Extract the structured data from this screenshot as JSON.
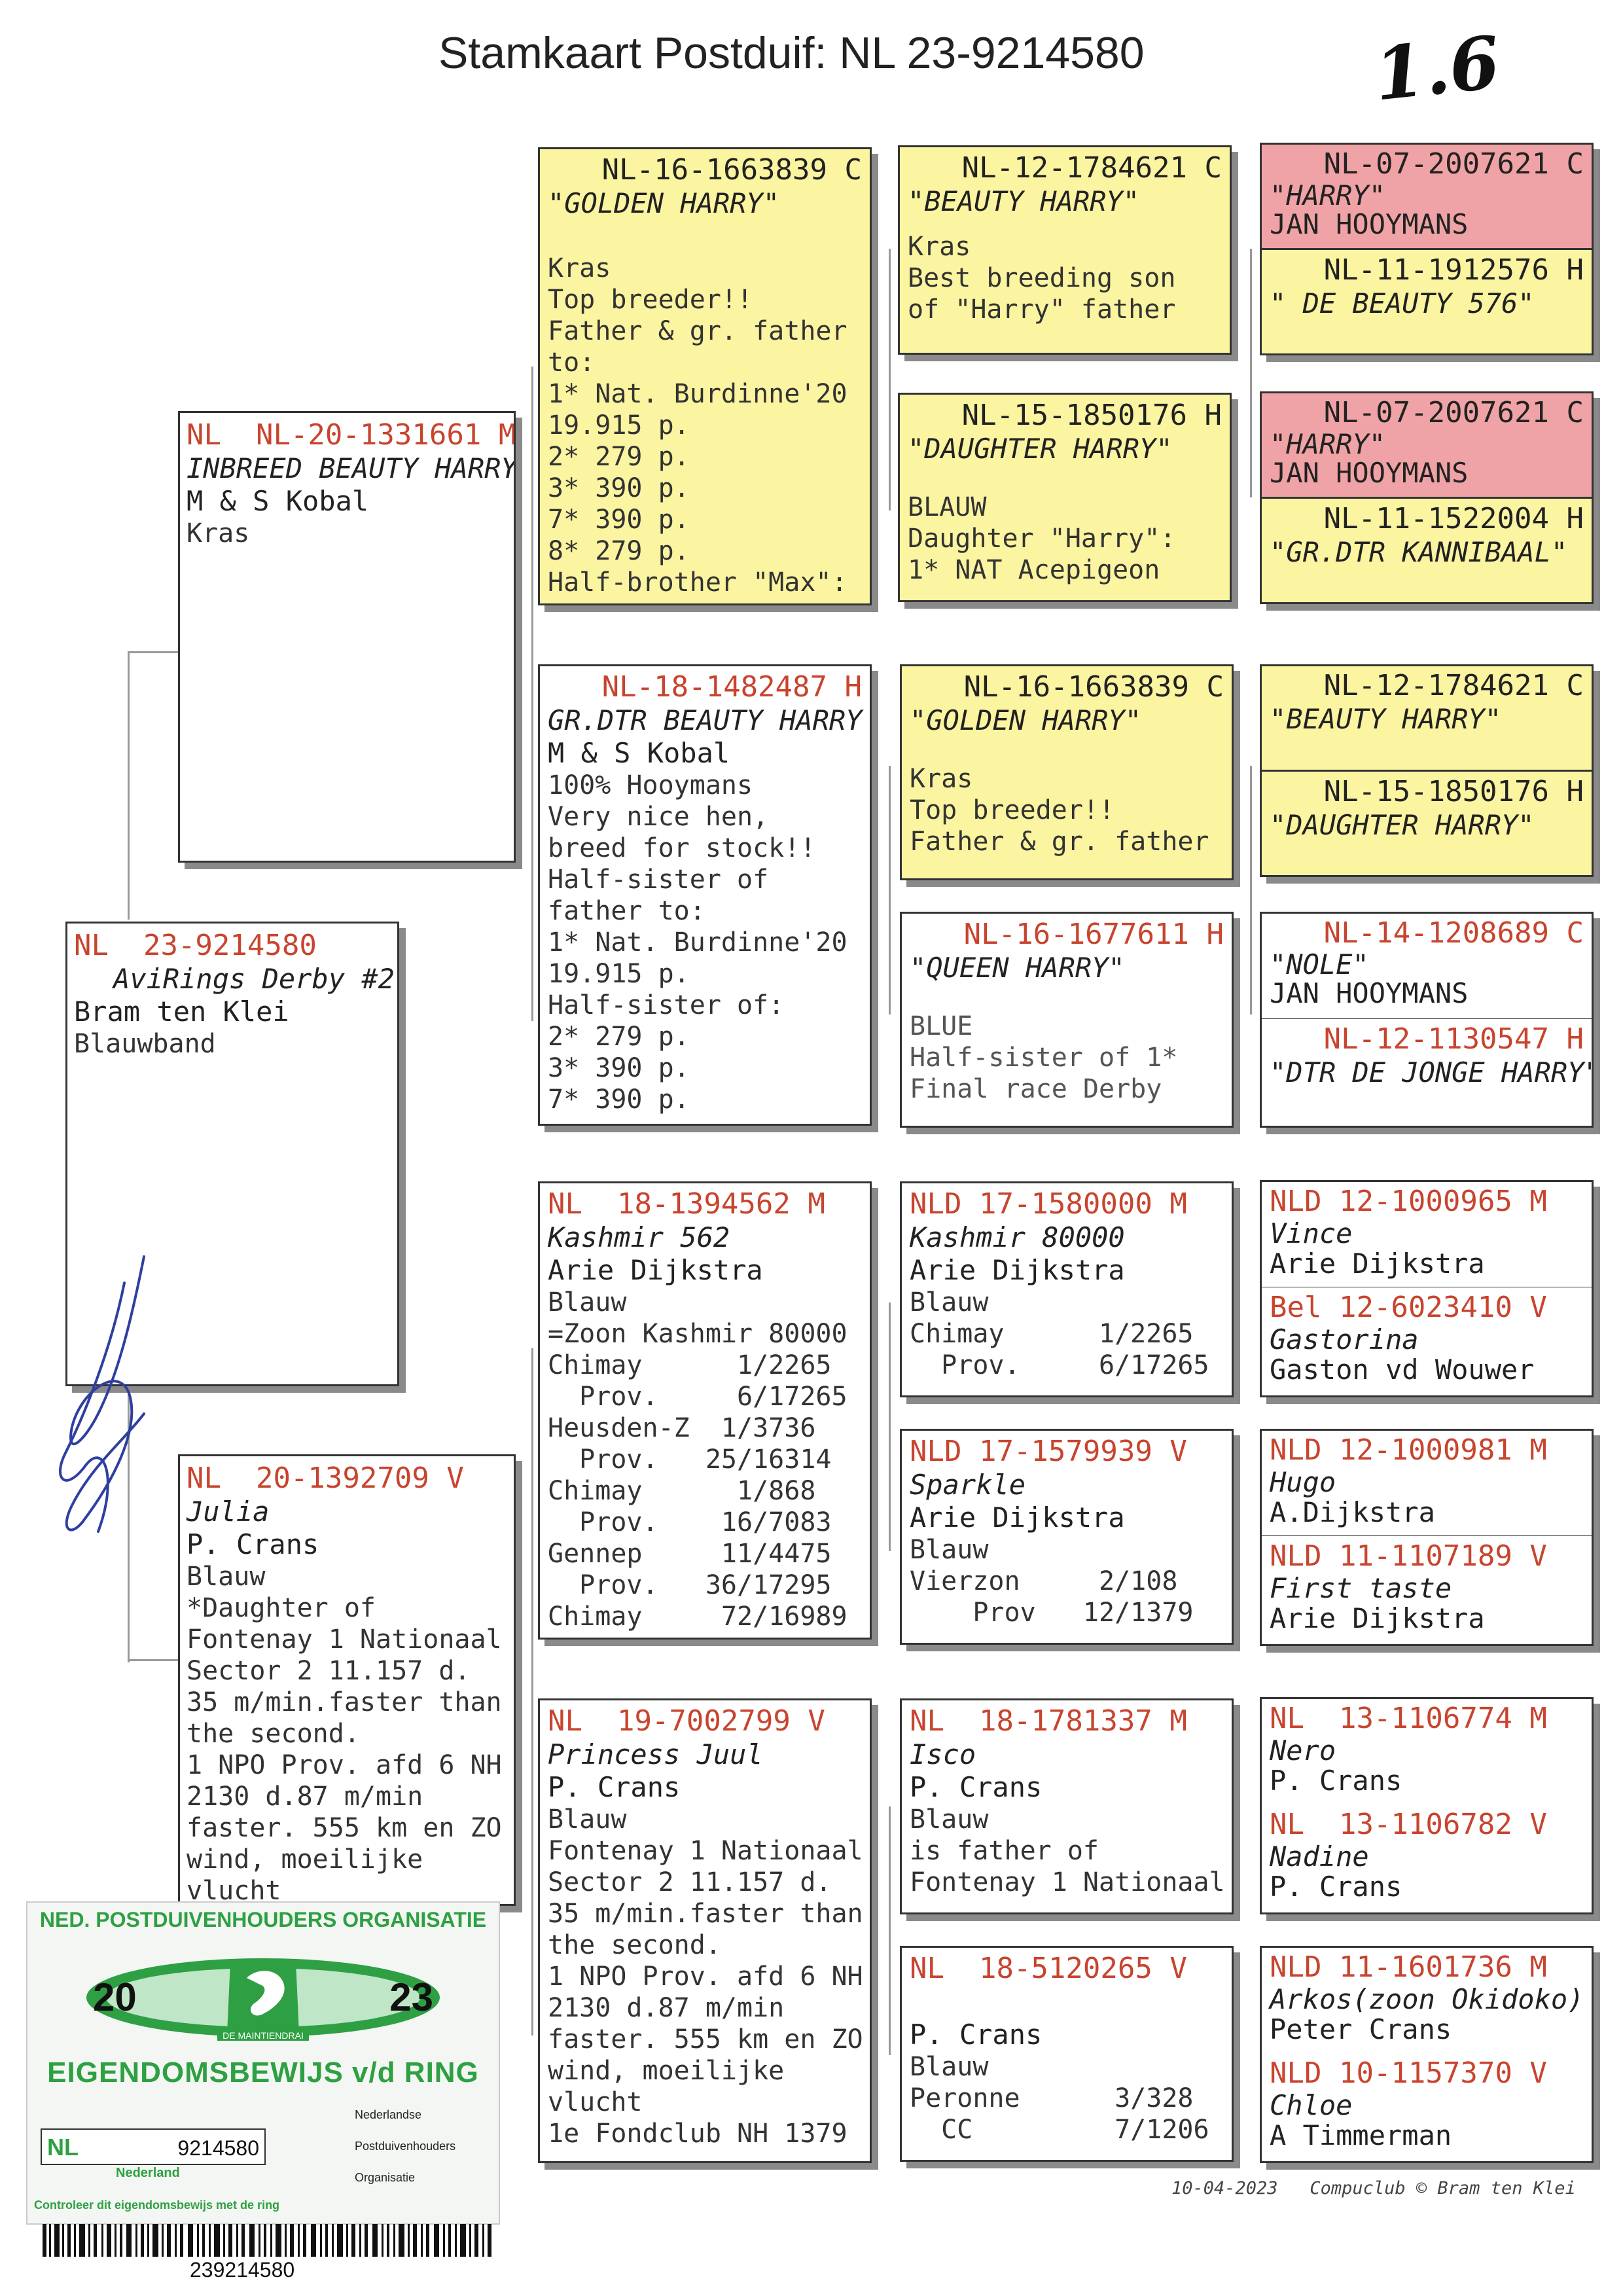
{
  "header": {
    "title": "Stamkaart Postduif: NL  23-9214580",
    "handwritten_note": "1.6"
  },
  "pigeons": {
    "subject": {
      "ring": "NL  23-9214580",
      "name": "AviRings Derby #2",
      "owner": "Bram ten Klei",
      "lines": [
        "Blauwband"
      ]
    },
    "sire": {
      "ring": "NL  NL-20-1331661 M",
      "name": "INBREED BEAUTY HARRY",
      "owner": "M & S Kobal",
      "lines": [
        "Kras"
      ]
    },
    "dam": {
      "ring": "NL  20-1392709 V",
      "name": "Julia",
      "owner": "P. Crans",
      "lines": [
        "Blauw",
        "*Daughter of",
        "Fontenay 1 Nationaal",
        "Sector 2 11.157 d.",
        "35 m/min.faster than",
        "the second.",
        "1 NPO Prov. afd 6 NH",
        "2130 d.87 m/min",
        "faster. 555 km en ZO",
        "wind, moeilijke",
        "vlucht"
      ]
    },
    "ss": {
      "ring": "NL-16-1663839 C",
      "name": "\"GOLDEN HARRY\"",
      "lines": [
        "Kras",
        "Top breeder!!",
        "Father & gr. father",
        "to:",
        "1* Nat. Burdinne'20",
        "19.915 p.",
        "2* 279 p.",
        "3* 390 p.",
        "7* 390 p.",
        "8* 279 p.",
        "Half-brother \"Max\":"
      ]
    },
    "sd": {
      "ring": "NL-18-1482487 H",
      "name": "GR.DTR BEAUTY HARRY",
      "owner": "M & S Kobal",
      "lines": [
        "100% Hooymans",
        "Very nice hen,",
        "breed for stock!!",
        "Half-sister of",
        "father to:",
        "1* Nat. Burdinne'20",
        "19.915 p.",
        "Half-sister of:",
        "2* 279 p.",
        "3* 390 p.",
        "7* 390 p."
      ]
    },
    "ds": {
      "ring": "NL  18-1394562 M",
      "name": "Kashmir 562",
      "owner": "Arie Dijkstra",
      "lines": [
        "Blauw",
        "=Zoon Kashmir 80000",
        "Chimay      1/2265",
        "  Prov.     6/17265",
        "Heusden-Z  1/3736",
        "  Prov.   25/16314",
        "Chimay      1/868",
        "  Prov.    16/7083",
        "Gennep     11/4475",
        "  Prov.   36/17295",
        "Chimay     72/16989"
      ]
    },
    "dd": {
      "ring": "NL  19-7002799 V",
      "name": "Princess Juul",
      "owner": "P. Crans",
      "lines": [
        "Blauw",
        "Fontenay 1 Nationaal",
        "Sector 2 11.157 d.",
        "35 m/min.faster than",
        "the second.",
        "1 NPO Prov. afd 6 NH",
        "2130 d.87 m/min",
        "faster. 555 km en ZO",
        "wind, moeilijke",
        "vlucht",
        "1e Fondclub NH 1379"
      ]
    },
    "sss": {
      "ring": "NL-12-1784621 C",
      "name": "\"BEAUTY HARRY\"",
      "lines": [
        "Kras",
        "Best breeding son",
        "of \"Harry\" father"
      ]
    },
    "ssd": {
      "ring": "NL-15-1850176 H",
      "name": "\"DAUGHTER HARRY\"",
      "lines": [
        "BLAUW",
        "Daughter \"Harry\":",
        "1* NAT Acepigeon"
      ]
    },
    "sds": {
      "ring": "NL-16-1663839 C",
      "name": "\"GOLDEN HARRY\"",
      "lines": [
        "Kras",
        "Top breeder!!",
        "Father & gr. father"
      ]
    },
    "sdd": {
      "ring": "NL-16-1677611 H",
      "name": "\"QUEEN HARRY\"",
      "lines": [
        "BLUE",
        "Half-sister of 1*",
        "Final race Derby"
      ]
    },
    "dss": {
      "ring": "NLD 17-1580000 M",
      "name": "Kashmir 80000",
      "owner": "Arie Dijkstra",
      "lines": [
        "Blauw",
        "Chimay      1/2265",
        "  Prov.     6/17265"
      ]
    },
    "dsd": {
      "ring": "NLD 17-1579939 V",
      "name": "Sparkle",
      "owner": "Arie Dijkstra",
      "lines": [
        "Blauw",
        "Vierzon     2/108",
        "    Prov   12/1379"
      ]
    },
    "dds": {
      "ring": "NL  18-1781337 M",
      "name": "Isco",
      "owner": "P. Crans",
      "lines": [
        "Blauw",
        "is father of",
        "Fontenay 1 Nationaal"
      ]
    },
    "ddd": {
      "ring": "NL  18-5120265 V",
      "name": "",
      "owner": "P. Crans",
      "lines": [
        "Blauw",
        "Peronne      3/328",
        "  CC         7/1206"
      ]
    }
  },
  "gen4": {
    "r1": {
      "top": {
        "ring": "NL-07-2007621 C",
        "name": "\"HARRY\"",
        "owner": "JAN HOOYMANS"
      },
      "bottom": {
        "ring": "NL-11-1912576 H",
        "name": "\" DE BEAUTY 576\""
      }
    },
    "r2": {
      "top": {
        "ring": "NL-07-2007621 C",
        "name": "\"HARRY\"",
        "owner": "JAN HOOYMANS"
      },
      "bottom": {
        "ring": "NL-11-1522004 H",
        "name": "\"GR.DTR KANNIBAAL\""
      }
    },
    "r3": {
      "top": {
        "ring": "NL-12-1784621 C",
        "name": "\"BEAUTY HARRY\""
      },
      "bottom": {
        "ring": "NL-15-1850176 H",
        "name": "\"DAUGHTER HARRY\""
      }
    },
    "r4": {
      "top": {
        "ring": "NL-14-1208689 C",
        "name": "\"NOLE\"",
        "owner": "JAN HOOYMANS"
      },
      "bottom": {
        "ring": "NL-12-1130547 H",
        "name": "\"DTR DE JONGE HARRY\""
      }
    },
    "r5": {
      "top": {
        "ring": "NLD 12-1000965 M",
        "name": "Vince",
        "owner": "Arie Dijkstra"
      },
      "bottom": {
        "ring": "Bel 12-6023410 V",
        "name": "Gastorina",
        "owner": "Gaston vd Wouwer"
      }
    },
    "r6": {
      "top": {
        "ring": "NLD 12-1000981 M",
        "name": "Hugo",
        "owner": "A.Dijkstra"
      },
      "bottom": {
        "ring": "NLD 11-1107189 V",
        "name": "First taste",
        "owner": "Arie Dijkstra"
      }
    },
    "r7": {
      "top": {
        "ring": "NL  13-1106774 M",
        "name": "Nero",
        "owner": "P. Crans"
      },
      "bottom": {
        "ring": "NL  13-1106782 V",
        "name": "Nadine",
        "owner": "P. Crans"
      }
    },
    "r8": {
      "top": {
        "ring": "NLD 11-1601736 M",
        "name": "Arkos(zoon Okidoko)",
        "owner": "Peter Crans"
      },
      "bottom": {
        "ring": "NLD 10-1157370 V",
        "name": "Chloe",
        "owner": "A Timmerman"
      }
    }
  },
  "certificate": {
    "org": "NED. POSTDUIVENHOUDERS ORGANISATIE",
    "year_left": "20",
    "year_right": "23",
    "banner": "DE MAINTIENDRAI",
    "title": "EIGENDOMSBEWIJS v/d RING",
    "country_code": "NL",
    "ring_number": "9214580",
    "country": "Nederland",
    "npo_lines": [
      "Nederlandse",
      "Postduivenhouders",
      "Organisatie"
    ],
    "check_text": "Controleer dit eigendomsbewijs met de ring",
    "barcode_number": "239214580"
  },
  "footer": {
    "date": "10-04-2023",
    "credit": "Compuclub © Bram ten Klei"
  },
  "colors": {
    "ring_red": "#c8442e",
    "card_yellow": "#fbf4a0",
    "card_pink": "#f0a3a6",
    "npo_green": "#2ea043"
  }
}
